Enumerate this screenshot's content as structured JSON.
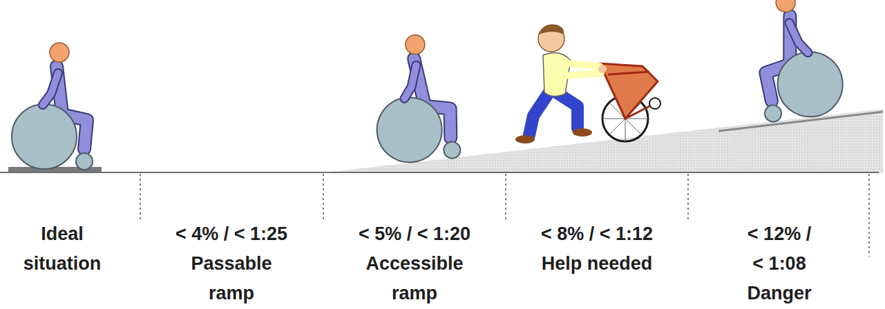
{
  "diagram": {
    "labels": [
      "Ideal situation",
      "< 4% / < 1:25",
      "Passable ramp",
      "< 5% / < 1:20",
      "Accessible ramp",
      "< 8% / < 1:12",
      "Help needed",
      "< 12% / < 1:08",
      "Danger"
    ]
  }
}
